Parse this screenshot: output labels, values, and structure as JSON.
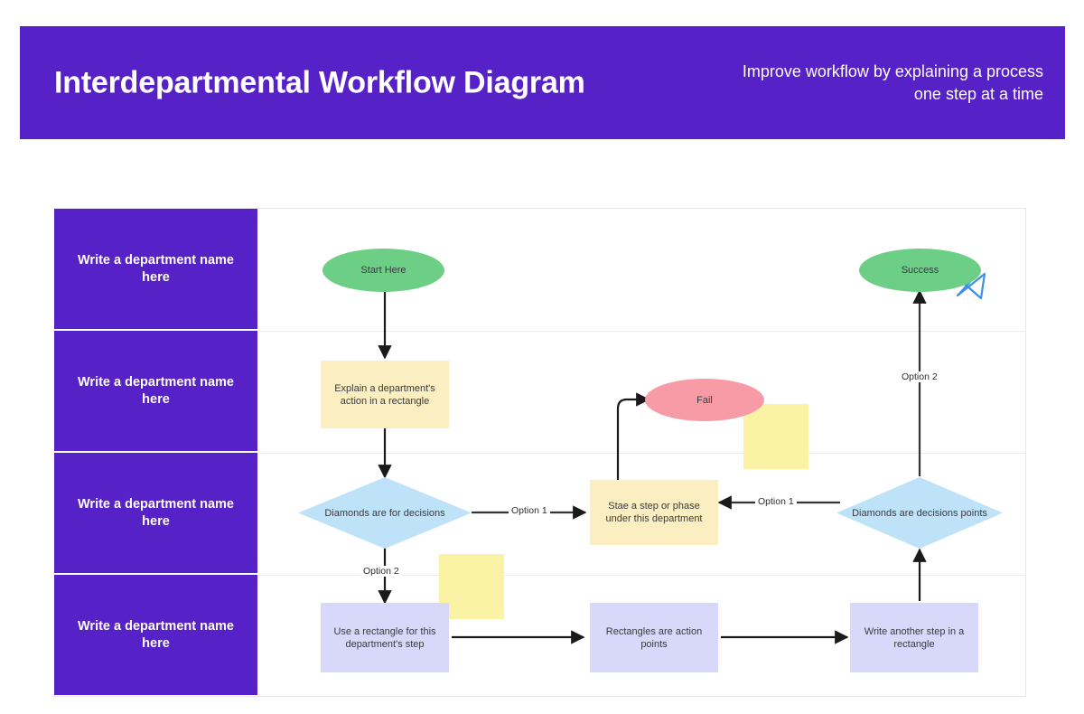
{
  "header": {
    "title": "Interdepartmental Workflow Diagram",
    "subtitle": "Improve workflow by explaining a process one step at a time",
    "background_color": "#5721C8",
    "text_color": "#FFFFFF"
  },
  "lanes": [
    {
      "label": "Write a department name here"
    },
    {
      "label": "Write a department name here"
    },
    {
      "label": "Write a department name here"
    },
    {
      "label": "Write a department name here"
    }
  ],
  "nodes": {
    "start": {
      "label": "Start Here",
      "shape": "oval",
      "color": "#6DCE86"
    },
    "success": {
      "label": "Success",
      "shape": "oval",
      "color": "#6DCE86"
    },
    "fail": {
      "label": "Fail",
      "shape": "oval",
      "color": "#F79BA7"
    },
    "explain": {
      "label": "Explain a department's action in a rectangle",
      "shape": "rectangle",
      "color": "#FBEFC2"
    },
    "decision_left": {
      "label": "Diamonds are for decisions",
      "shape": "diamond",
      "color": "#BEE2F7"
    },
    "decision_right": {
      "label": "Diamonds are decisions points",
      "shape": "diamond",
      "color": "#BEE2F7"
    },
    "stage": {
      "label": "Stae a step or phase under this department",
      "shape": "rectangle",
      "color": "#FBEFC2"
    },
    "use_rect": {
      "label": "Use a rectangle for this department's step",
      "shape": "rectangle",
      "color": "#D7D8FA"
    },
    "action_points": {
      "label": "Rectangles are action points",
      "shape": "rectangle",
      "color": "#D7D8FA"
    },
    "another_step": {
      "label": "Write another step in a rectangle",
      "shape": "rectangle",
      "color": "#D7D8FA"
    }
  },
  "edge_labels": {
    "left_option1": "Option 1",
    "left_option2": "Option 2",
    "right_option1": "Option 1",
    "right_option2": "Option 2"
  },
  "sticky_notes": [
    {
      "label": "",
      "color": "#FAF3A6"
    },
    {
      "label": "",
      "color": "#FAF3A6"
    }
  ],
  "decorations": {
    "star": {
      "name": "star-doodle",
      "color": "#3D8FE8"
    }
  }
}
